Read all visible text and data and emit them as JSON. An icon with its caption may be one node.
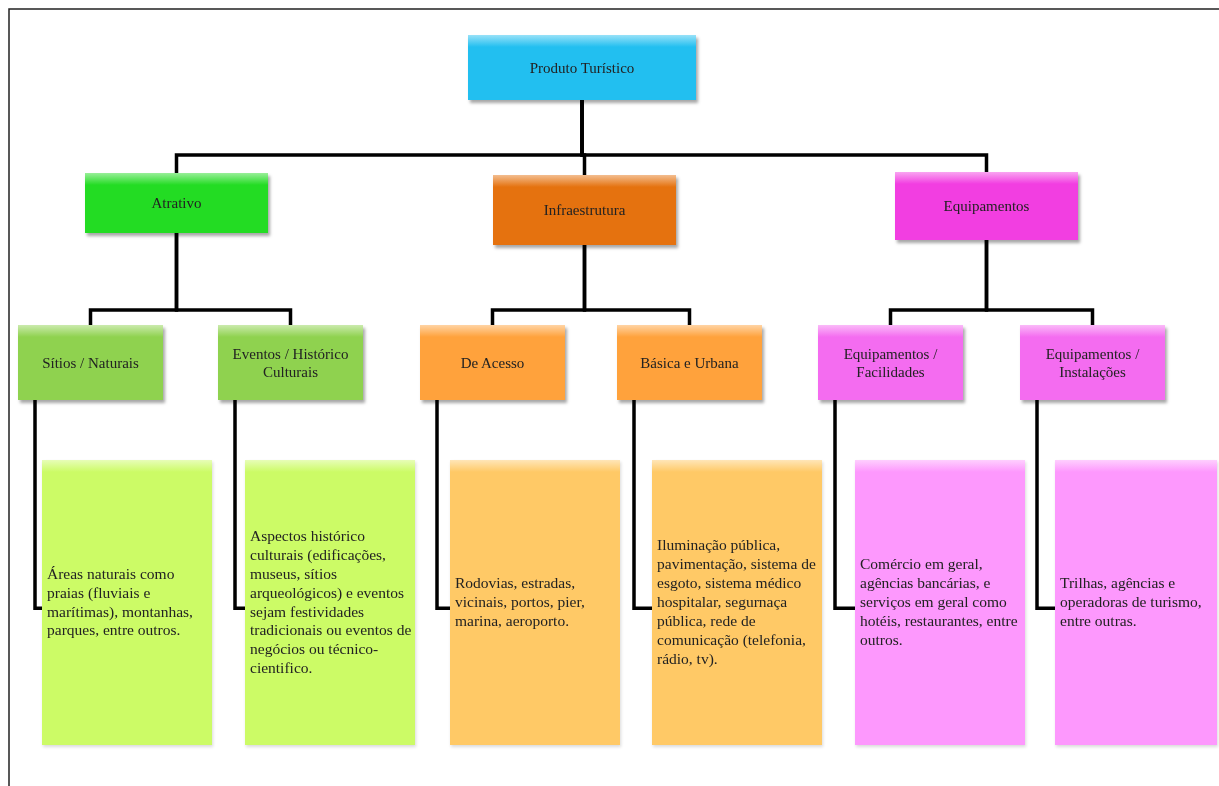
{
  "diagram": {
    "nodes": [
      {
        "text": [
          "Produto Turístico"
        ]
      },
      {
        "text": [
          "Atrativo"
        ]
      },
      {
        "text": [
          "Infraestrutura"
        ]
      },
      {
        "text": [
          "Equipamentos"
        ]
      },
      {
        "text": [
          "Sítios / Naturais"
        ]
      },
      {
        "text": [
          "Eventos / Histórico Culturais"
        ]
      },
      {
        "text": [
          "De Acesso"
        ]
      },
      {
        "text": [
          "Básica e Urbana"
        ]
      },
      {
        "text": [
          "Equipamentos / Facilidades"
        ]
      },
      {
        "text": [
          "Equipamentos / Instalações"
        ]
      },
      {
        "text": [
          "Áreas naturais como praias (fluviais e marítimas), montanhas, parques, entre outros."
        ]
      },
      {
        "text": [
          "Aspectos histórico culturais (edificações, museus, sítios arqueológicos) e eventos sejam festividades tradicionais ou eventos de negócios ou técnico-cientifico."
        ]
      },
      {
        "text": [
          "Rodovias, estradas, vicinais, portos, pier, marina, aeroporto."
        ]
      },
      {
        "text": [
          "Iluminação pública, pavimentação, sistema de esgoto, sistema médico hospitalar, segurnaça pública, rede de comunicação (telefonia, rádio, tv)."
        ]
      },
      {
        "text": [
          "Comércio em geral, agências bancárias, e serviços em geral como hotéis, restaurantes, entre outros."
        ]
      },
      {
        "text": [
          "Trilhas, agências e operadoras de turismo, entre outras."
        ]
      }
    ],
    "edges": [
      {
        "from": 0,
        "to": 1,
        "arrow": "none"
      },
      {
        "from": 0,
        "to": 2,
        "arrow": "none"
      },
      {
        "from": 0,
        "to": 3,
        "arrow": "none"
      },
      {
        "from": 1,
        "to": 4,
        "arrow": "none"
      },
      {
        "from": 1,
        "to": 5,
        "arrow": "none"
      },
      {
        "from": 2,
        "to": 6,
        "arrow": "none"
      },
      {
        "from": 2,
        "to": 7,
        "arrow": "none"
      },
      {
        "from": 3,
        "to": 8,
        "arrow": "none"
      },
      {
        "from": 3,
        "to": 9,
        "arrow": "none"
      },
      {
        "from": 4,
        "to": 10,
        "arrow": "none"
      },
      {
        "from": 5,
        "to": 11,
        "arrow": "none"
      },
      {
        "from": 6,
        "to": 12,
        "arrow": "none"
      },
      {
        "from": 7,
        "to": 13,
        "arrow": "none"
      },
      {
        "from": 8,
        "to": 14,
        "arrow": "none"
      },
      {
        "from": 9,
        "to": 15,
        "arrow": "none"
      }
    ]
  }
}
